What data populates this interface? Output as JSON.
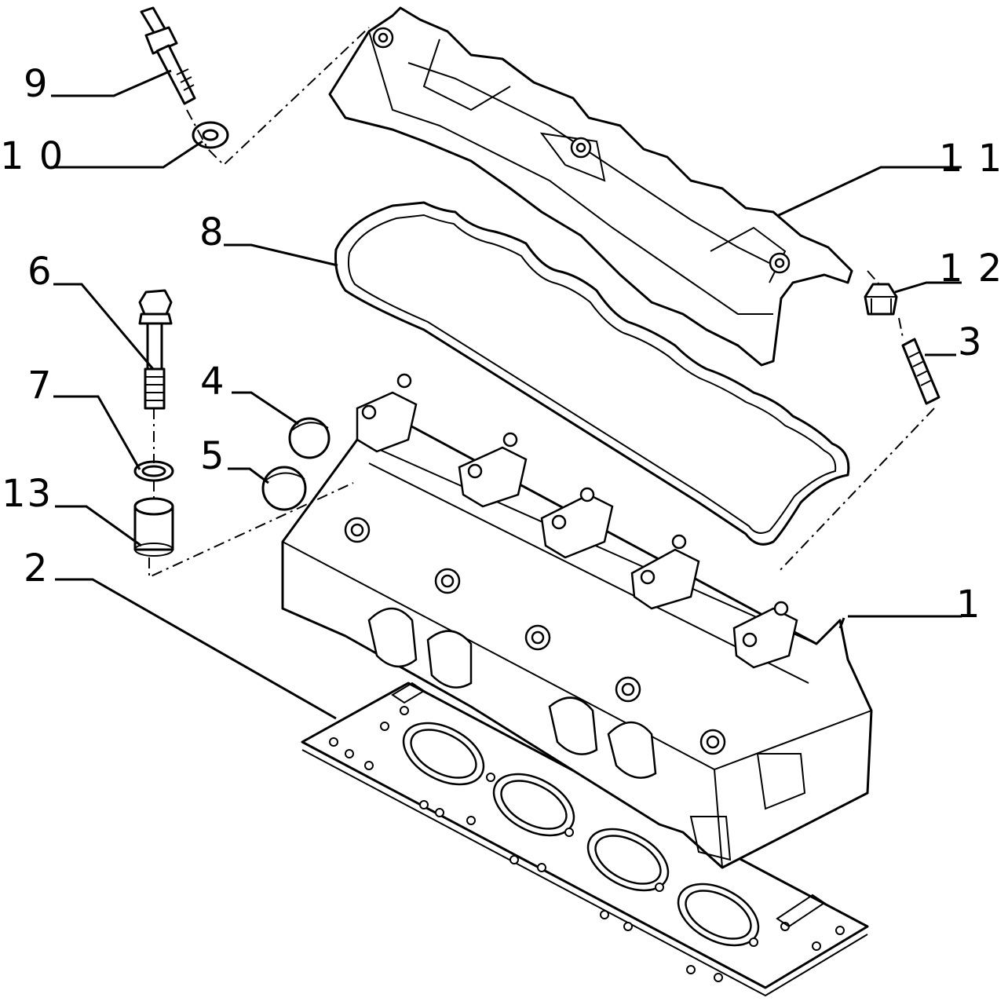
{
  "diagram": {
    "callouts": [
      {
        "id": "1",
        "text": "1"
      },
      {
        "id": "2",
        "text": "2"
      },
      {
        "id": "3",
        "text": "3"
      },
      {
        "id": "4",
        "text": "4"
      },
      {
        "id": "5",
        "text": "5"
      },
      {
        "id": "6",
        "text": "6"
      },
      {
        "id": "7",
        "text": "7"
      },
      {
        "id": "8",
        "text": "8"
      },
      {
        "id": "9",
        "text": "9"
      },
      {
        "id": "10",
        "text": "1 0"
      },
      {
        "id": "11",
        "text": "1 1"
      },
      {
        "id": "12",
        "text": "1 2"
      },
      {
        "id": "13",
        "text": "13"
      }
    ]
  }
}
